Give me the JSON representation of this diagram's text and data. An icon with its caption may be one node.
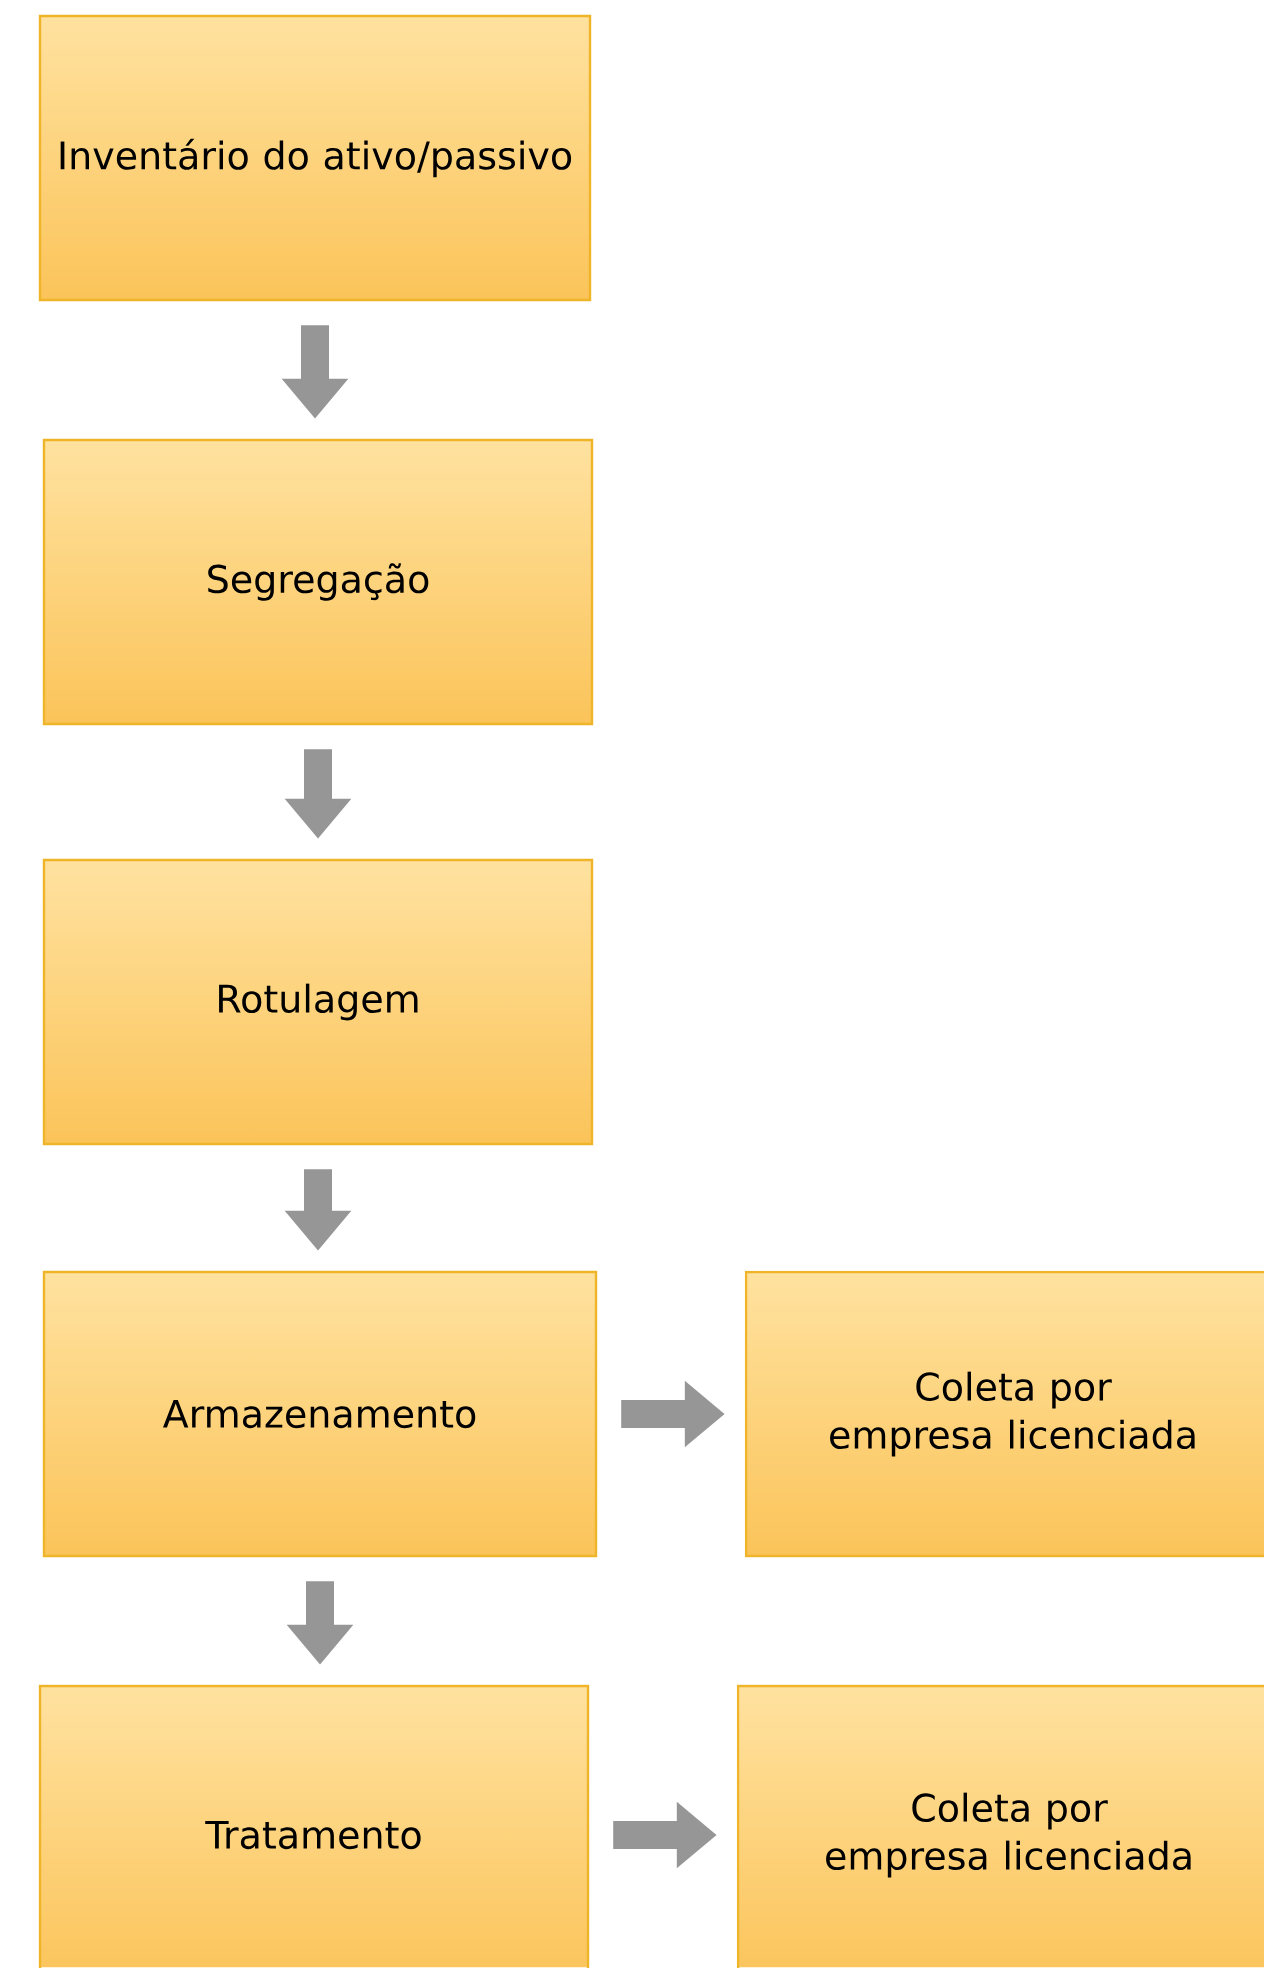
{
  "diagram": {
    "nodes": [
      {
        "text": [
          "Inventário do ativo/passivo"
        ]
      },
      {
        "text": [
          "Segregação"
        ]
      },
      {
        "text": [
          "Rotulagem"
        ]
      },
      {
        "text": [
          "Armazenamento"
        ]
      },
      {
        "text": [
          "Coleta por empresa licenciada"
        ]
      },
      {
        "text": [
          "Tratamento"
        ]
      },
      {
        "text": [
          "Coleta por empresa licenciada"
        ]
      }
    ],
    "edges": [
      {
        "from": 0,
        "to": 1,
        "arrow": "to"
      },
      {
        "from": 1,
        "to": 2,
        "arrow": "to"
      },
      {
        "from": 2,
        "to": 3,
        "arrow": "to"
      },
      {
        "from": 3,
        "to": 4,
        "arrow": "to"
      },
      {
        "from": 3,
        "to": 5,
        "arrow": "to"
      },
      {
        "from": 5,
        "to": 6,
        "arrow": "to"
      }
    ]
  }
}
